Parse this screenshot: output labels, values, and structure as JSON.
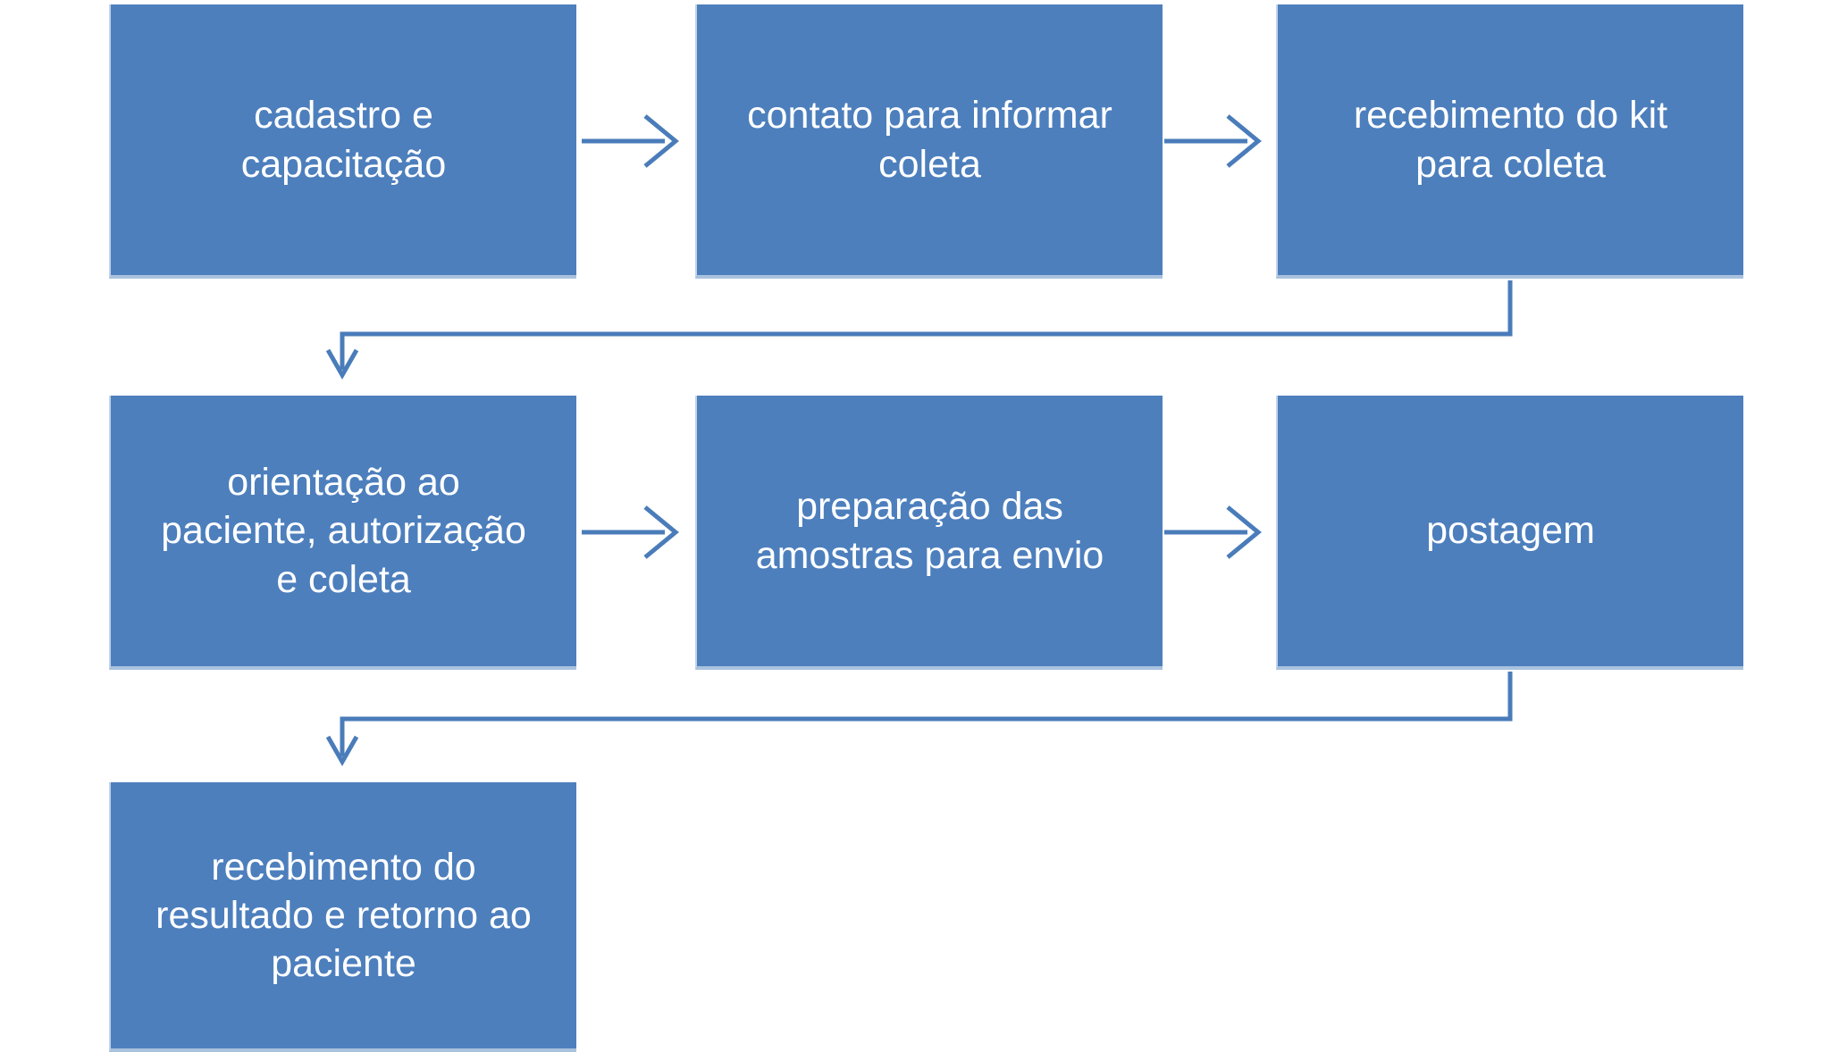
{
  "diagram": {
    "type": "flowchart",
    "title": "",
    "colors": {
      "canvas_bg": "#ffffff",
      "box_fill": "#4d7fbd",
      "box_edge": "#c2d3e8",
      "box_bottom_edge": "#a9c2de",
      "text_color": "#ffffff",
      "connector": "#4a7cba"
    },
    "nodes": [
      {
        "id": "step1",
        "label": "cadastro e\ncapacitação"
      },
      {
        "id": "step2",
        "label": "contato para informar\ncoleta"
      },
      {
        "id": "step3",
        "label": "recebimento do kit\npara coleta"
      },
      {
        "id": "step4",
        "label": "orientação ao\npaciente, autorização\ne coleta"
      },
      {
        "id": "step5",
        "label": "preparação das\namostras para envio"
      },
      {
        "id": "step6",
        "label": "postagem"
      },
      {
        "id": "step7",
        "label": "recebimento do\nresultado e retorno ao\npaciente"
      }
    ],
    "connections": [
      {
        "from": "step1",
        "to": "step2",
        "style": "straight-arrow-right"
      },
      {
        "from": "step2",
        "to": "step3",
        "style": "straight-arrow-right"
      },
      {
        "from": "step3",
        "to": "step4",
        "style": "elbow-arrow-down"
      },
      {
        "from": "step4",
        "to": "step5",
        "style": "straight-arrow-right"
      },
      {
        "from": "step5",
        "to": "step6",
        "style": "straight-arrow-right"
      },
      {
        "from": "step6",
        "to": "step7",
        "style": "elbow-arrow-down"
      }
    ]
  }
}
